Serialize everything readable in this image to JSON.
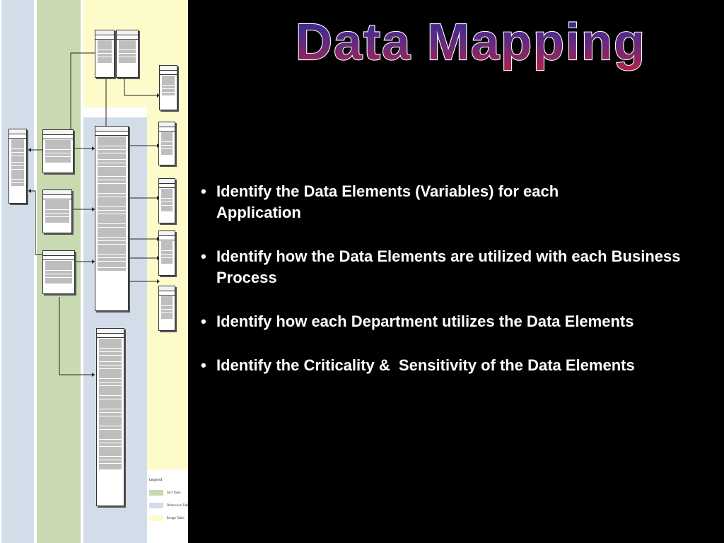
{
  "slide": {
    "title": "Data Mapping",
    "bullets": [
      "Identify the Data Elements (Variables) for each Application",
      "Identify how the Data Elements are utilized with each Business Process",
      "Identify how each Department utilizes the Data Elements",
      "Identify the Criticality &  Sensitivity of the Data Elements"
    ],
    "bullet_glyph": "•"
  },
  "colors": {
    "background": "#000000",
    "title_top": "#2a2a9a",
    "title_bottom": "#b0204a",
    "fact_tables": "#c9dab0",
    "dimension_tables": "#d3dde9",
    "bridge_tables": "#fdfbc9"
  },
  "diagram": {
    "legend": {
      "title": "Legend",
      "items": [
        {
          "label": "Fact Table",
          "color": "#c9dab0"
        },
        {
          "label": "Dimension Table",
          "color": "#d3dde9"
        },
        {
          "label": "Bridge Table",
          "color": "#fdfbc9"
        }
      ]
    }
  }
}
